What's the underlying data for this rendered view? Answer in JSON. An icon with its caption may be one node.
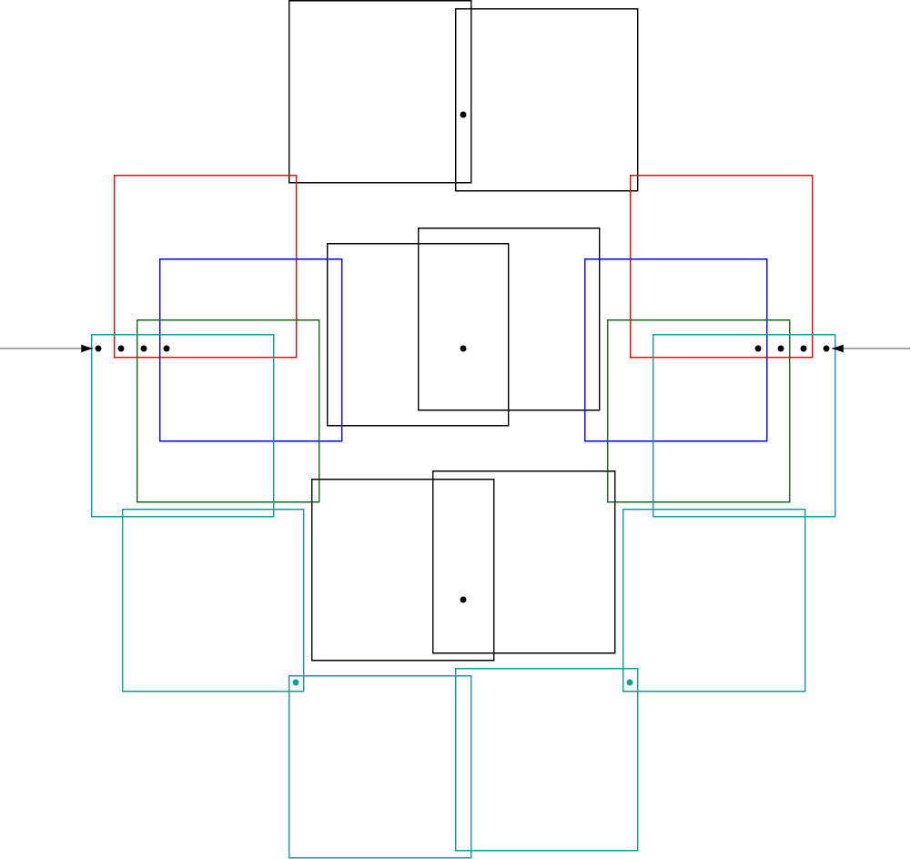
{
  "diagram": {
    "nodes": [
      {
        "text": [],
        "shape": "box"
      },
      {
        "text": [],
        "shape": "box"
      },
      {
        "text": [],
        "shape": "circle"
      },
      {
        "text": [],
        "shape": "box"
      },
      {
        "text": [],
        "shape": "box"
      },
      {
        "text": [],
        "shape": "box"
      },
      {
        "text": [],
        "shape": "box"
      },
      {
        "text": [],
        "shape": "box"
      },
      {
        "text": [],
        "shape": "box"
      },
      {
        "text": [],
        "shape": "box"
      },
      {
        "text": [],
        "shape": "box"
      },
      {
        "text": [],
        "shape": "box"
      },
      {
        "text": [],
        "shape": "box"
      },
      {
        "text": [],
        "shape": "circle",
        "in": 11
      },
      {
        "text": [],
        "shape": "circle"
      },
      {
        "text": [],
        "shape": "circle"
      },
      {
        "text": [],
        "shape": "circle"
      },
      {
        "text": [],
        "shape": "circle"
      },
      {
        "text": [],
        "shape": "circle"
      },
      {
        "text": [],
        "shape": "circle"
      },
      {
        "text": [],
        "shape": "circle"
      },
      {
        "text": [],
        "shape": "circle",
        "in": 12
      },
      {
        "text": [],
        "shape": "box"
      },
      {
        "text": [],
        "shape": "box"
      },
      {
        "text": [],
        "shape": "box"
      },
      {
        "text": [],
        "shape": "box"
      },
      {
        "text": [],
        "shape": "circle"
      },
      {
        "text": [],
        "shape": "box"
      },
      {
        "text": [],
        "shape": "box"
      },
      {
        "text": [],
        "shape": "circle"
      },
      {
        "text": [],
        "shape": "circle"
      }
    ],
    "edges": [
      {
        "from": null,
        "to": 13,
        "arrow": "to"
      },
      {
        "from": null,
        "to": 21,
        "arrow": "to"
      }
    ]
  }
}
